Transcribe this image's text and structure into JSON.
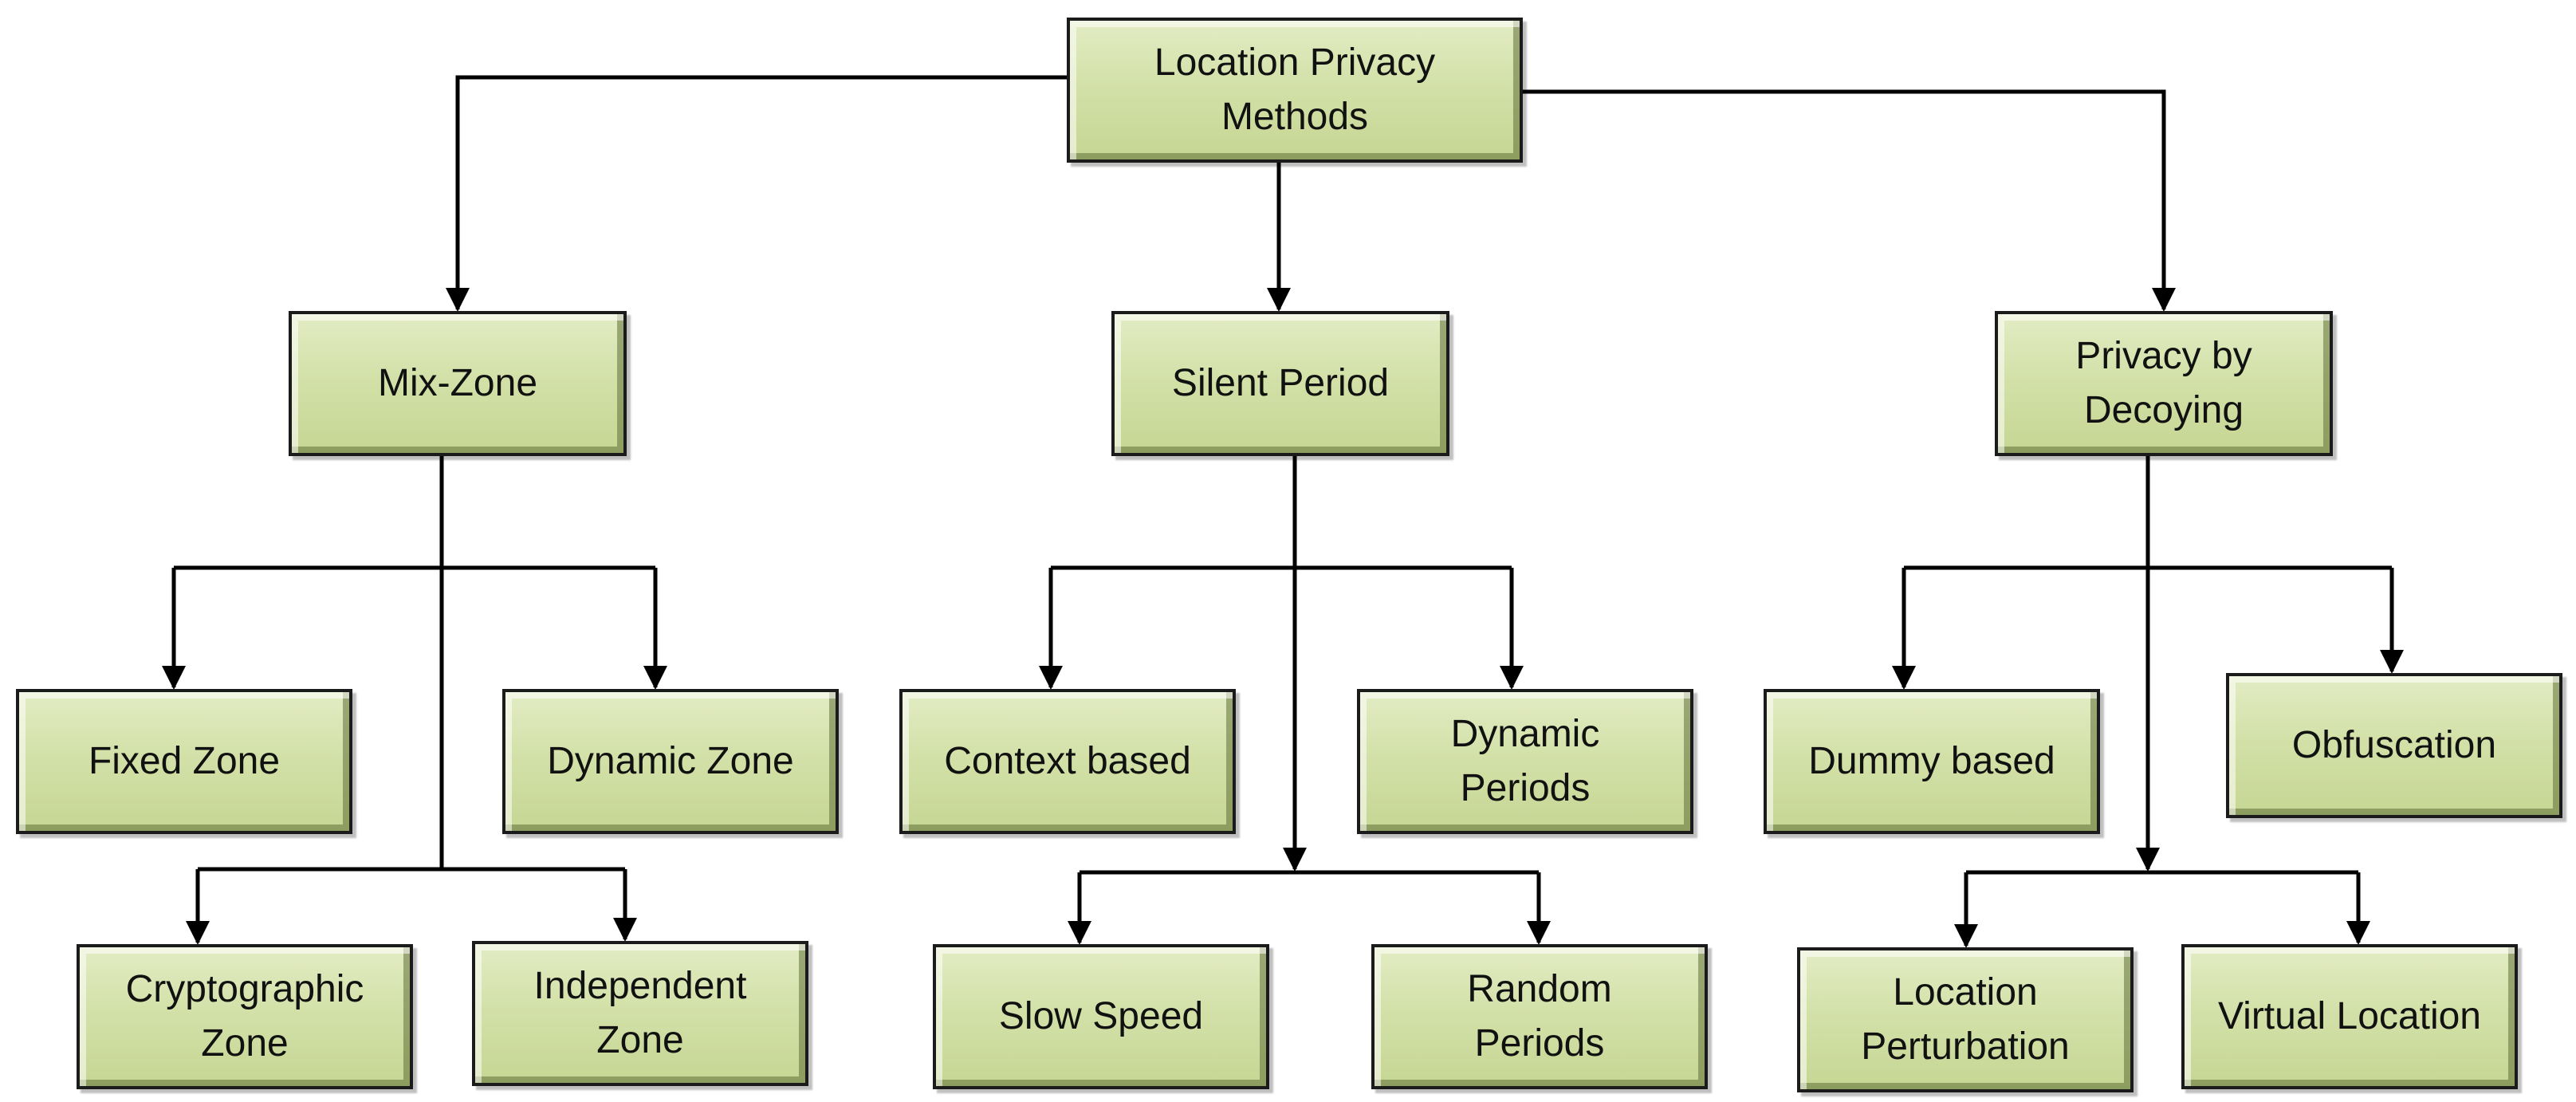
{
  "nodes": {
    "root": "Location Privacy Methods",
    "mix_zone": "Mix-Zone",
    "silent_period": "Silent Period",
    "decoying": "Privacy by Decoying",
    "fixed_zone": "Fixed Zone",
    "dynamic_zone": "Dynamic Zone",
    "cryptographic_zone": "Cryptographic Zone",
    "independent_zone": "Independent Zone",
    "context_based": "Context based",
    "dynamic_periods": "Dynamic Periods",
    "slow_speed": "Slow Speed",
    "random_periods": "Random Periods",
    "dummy_based": "Dummy based",
    "obfuscation": "Obfuscation",
    "location_perturbation": "Location Perturbation",
    "virtual_location": "Virtual Location"
  },
  "colors": {
    "box_fill": "#d3e1a9",
    "box_border": "#1b1b1b",
    "connector": "#000000"
  }
}
